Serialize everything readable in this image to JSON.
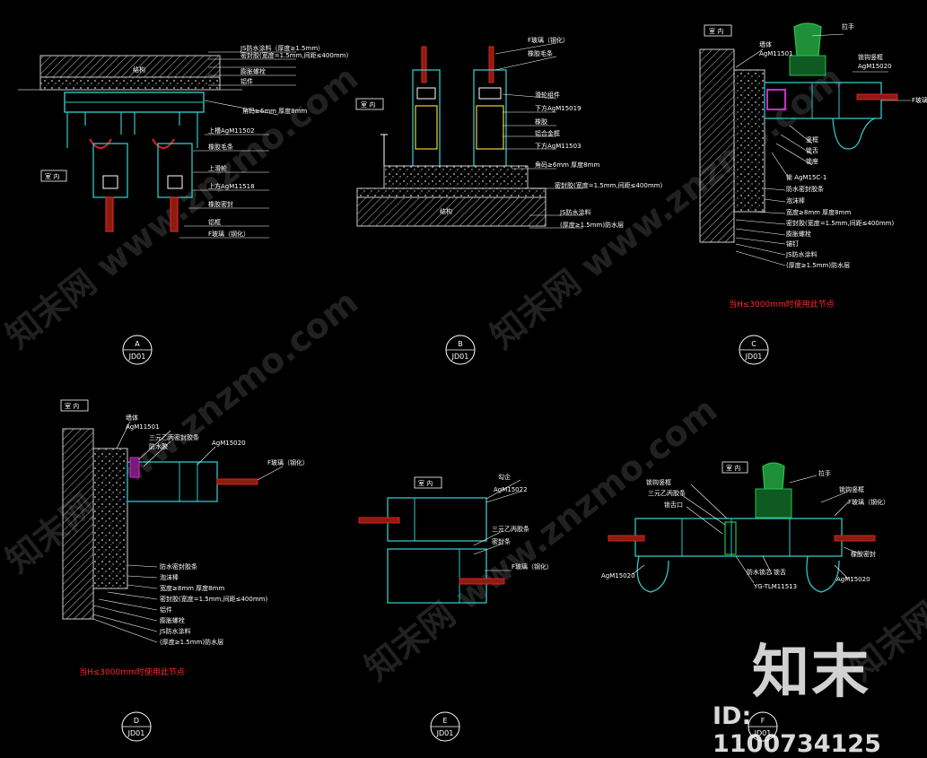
{
  "colors": {
    "background": "#000000",
    "outline": "#33c6c9",
    "glass_red": "#e0201f",
    "seal_magenta": "#cc2bcc",
    "handle_green": "#22c24a",
    "text": "#ffffff"
  },
  "rooms": {
    "a": "室 内",
    "b": "室 内",
    "c": "室 内",
    "d": "室 内",
    "e": "室 内",
    "f": "室 内"
  },
  "detail_a": {
    "structure": "结构",
    "labels": [
      "JS防水涂料（厚度≥1.5mm）",
      "密封胶(宽度=1.5mm,间距≤400mm)",
      "膨胀螺栓",
      "铝件",
      "角码≥6mm 厚度8mm",
      "上槽AgM11502",
      "橡胶毛条",
      "上滑轮",
      "上方AgM11518",
      "橡胶密封",
      "铝框",
      "F玻璃（钢化）"
    ]
  },
  "detail_b": {
    "structure": "结构",
    "labels": [
      "F玻璃（钢化）",
      "橡胶毛条",
      "滑轮组件",
      "下方AgM15019",
      "橡胶",
      "铝合金框",
      "下方AgM11503",
      "角码≥6mm 厚度8mm",
      "密封胶(宽度=1.5mm,间距≤400mm)",
      "JS防水涂料",
      "(厚度≥1.5mm)防水层"
    ]
  },
  "detail_c": {
    "labels": [
      "墙体",
      "AgM11501",
      "拉手",
      "锁钩竖框",
      "AgM15020",
      "F玻璃（钢化）",
      "竖框",
      "锁舌",
      "锁座",
      "锁 AgM15C-1",
      "防水密封胶条",
      "泡沫棒",
      "宽度≥8mm 厚度8mm",
      "密封胶(宽度=1.5mm,间距≤400mm)",
      "膨胀螺栓",
      "锚钉",
      "JS防水涂料",
      "(厚度≥1.5mm)防水层"
    ],
    "note": "当H≤3000mm时使用此节点"
  },
  "detail_d": {
    "labels": [
      "墙体",
      "AgM11501",
      "三元乙丙密封胶条",
      "防水胶",
      "AgM15020",
      "F玻璃（钢化）",
      "防水密封胶条",
      "泡沫棒",
      "宽度≥8mm 厚度8mm",
      "密封胶(宽度=1.5mm,间距≤400mm)",
      "铝件",
      "膨胀螺栓",
      "JS防水涂料",
      "(厚度≥1.5mm)防水层"
    ],
    "note": "当H≤3000mm时使用此节点"
  },
  "detail_e": {
    "labels": [
      "勾企",
      "AgM15022",
      "三元乙丙胶条",
      "密封条",
      "F玻璃（钢化）"
    ]
  },
  "detail_f": {
    "labels": [
      "锁钩竖框",
      "三元乙丙胶条",
      "锁舌口",
      "拉手",
      "锁钩竖框",
      "F玻璃（钢化）",
      "橡胶密封",
      "锁舌",
      "AgM15020",
      "防水锁芯",
      "YG-TLM11513",
      "AgM15020"
    ]
  },
  "tags": [
    {
      "letter": "A",
      "code": "JD01"
    },
    {
      "letter": "B",
      "code": "JD01"
    },
    {
      "letter": "C",
      "code": "JD01"
    },
    {
      "letter": "D",
      "code": "JD01"
    },
    {
      "letter": "E",
      "code": "JD01"
    },
    {
      "letter": "F",
      "code": "JD01"
    }
  ],
  "watermark": {
    "brand": "知末",
    "site": "知末网 www.znzmo.com",
    "id_text": "ID: 1100734125"
  }
}
